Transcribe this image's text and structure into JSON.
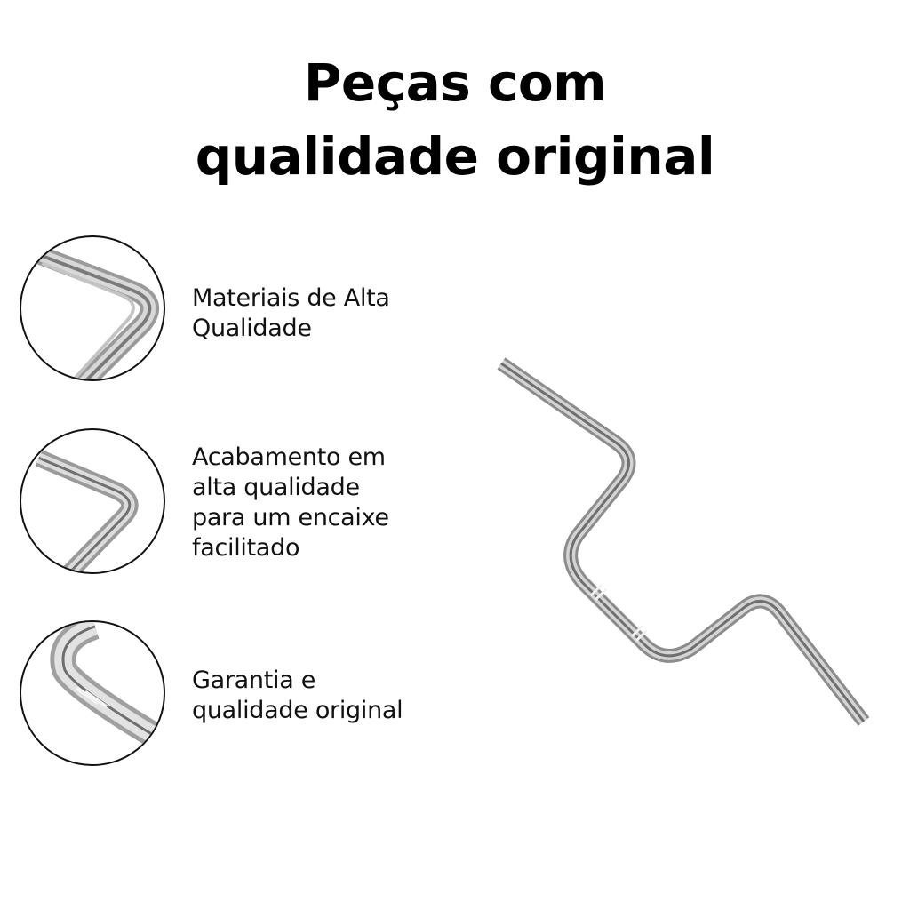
{
  "headline": {
    "line1": "Peças com",
    "line2": "qualidade original"
  },
  "features": [
    {
      "icon": "tube-bend-closeup-icon",
      "lines": [
        "Materiais de Alta",
        "Qualidade"
      ]
    },
    {
      "icon": "tube-bend-closeup-icon",
      "lines": [
        "Acabamento em",
        "alta qualidade",
        "para um encaixe",
        "facilitado"
      ]
    },
    {
      "icon": "tube-bend-closeup-icon",
      "lines": [
        "Garantia e",
        "qualidade original"
      ]
    }
  ],
  "product": {
    "image": "chrome-handlebar",
    "color_metal": "#b8b8b8"
  },
  "colors": {
    "background": "#ffffff",
    "text": "#111111",
    "circle_border": "#111111"
  }
}
